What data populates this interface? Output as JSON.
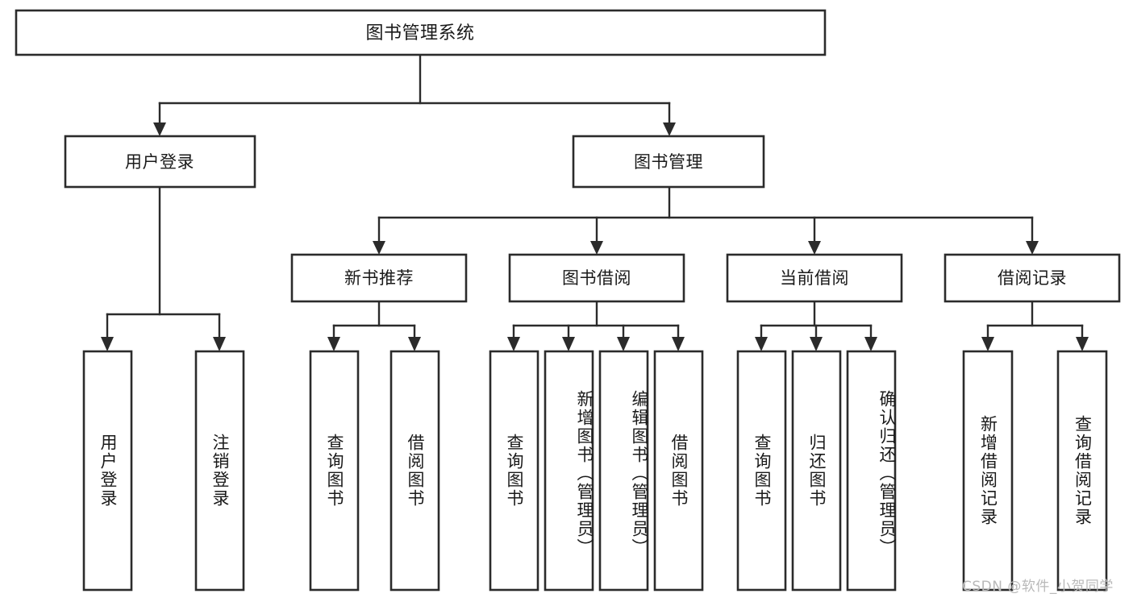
{
  "diagram": {
    "type": "tree",
    "orientation": "top-down",
    "title": "图书管理系统",
    "root": {
      "id": "root",
      "label": "图书管理系统"
    },
    "level2": [
      {
        "id": "user-login",
        "label": "用户登录"
      },
      {
        "id": "book-manage",
        "label": "图书管理"
      }
    ],
    "level3": [
      {
        "id": "new-book-recommend",
        "label": "新书推荐",
        "parent": "book-manage"
      },
      {
        "id": "book-borrow",
        "label": "图书借阅",
        "parent": "book-manage"
      },
      {
        "id": "current-borrow",
        "label": "当前借阅",
        "parent": "book-manage"
      },
      {
        "id": "borrow-record",
        "label": "借阅记录",
        "parent": "book-manage"
      }
    ],
    "leaves": [
      {
        "id": "leaf-user-login",
        "label": "用户登录",
        "parent": "user-login"
      },
      {
        "id": "leaf-logout-login",
        "label": "注销登录",
        "parent": "user-login"
      },
      {
        "id": "leaf-query-book-1",
        "label": "查询图书",
        "parent": "new-book-recommend"
      },
      {
        "id": "leaf-borrow-book-1",
        "label": "借阅图书",
        "parent": "new-book-recommend"
      },
      {
        "id": "leaf-query-book-2",
        "label": "查询图书",
        "parent": "book-borrow"
      },
      {
        "id": "leaf-add-book",
        "label": "新增图书（管理员）",
        "parent": "book-borrow"
      },
      {
        "id": "leaf-edit-book",
        "label": "编辑图书（管理员）",
        "parent": "book-borrow"
      },
      {
        "id": "leaf-borrow-book-2",
        "label": "借阅图书",
        "parent": "book-borrow"
      },
      {
        "id": "leaf-query-book-3",
        "label": "查询图书",
        "parent": "current-borrow"
      },
      {
        "id": "leaf-return-book",
        "label": "归还图书",
        "parent": "current-borrow"
      },
      {
        "id": "leaf-confirm-return",
        "label": "确认归还（管理员）",
        "parent": "current-borrow"
      },
      {
        "id": "leaf-add-record",
        "label": "新增借阅记录",
        "parent": "borrow-record"
      },
      {
        "id": "leaf-query-record",
        "label": "查询借阅记录",
        "parent": "borrow-record"
      }
    ]
  },
  "watermark": {
    "text": "CSDN @软件_小贺同学"
  },
  "colors": {
    "stroke": "#2b2b2b",
    "fill": "#ffffff",
    "text": "#1a1a1a",
    "watermark": "#b9b9b9",
    "background": "#ffffff"
  }
}
